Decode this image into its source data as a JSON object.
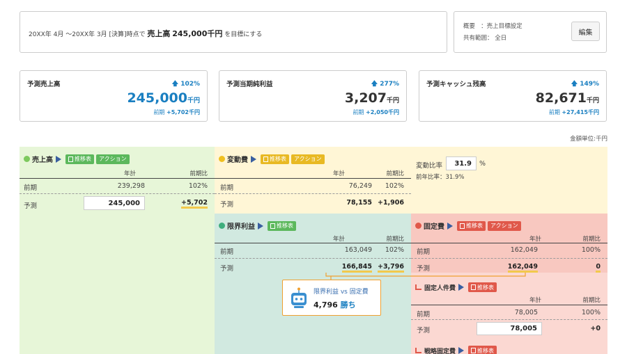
{
  "goal": {
    "text_prefix": "20XX年 4月 〜20XX年 3月 [決算]時点で",
    "item": "売上高",
    "amount": "245,000千円",
    "text_suffix": "を目標にする"
  },
  "summary": {
    "label1": "概要",
    "value1": "：売上目標設定",
    "label2": "共有範囲：",
    "value2": "全日",
    "edit_label": "編集"
  },
  "kpis": [
    {
      "title": "予測売上高",
      "pct": "102%",
      "value": "245,000",
      "unit": "千円",
      "prev_label": "前期",
      "prev_diff": "+5,702千円"
    },
    {
      "title": "予測当期純利益",
      "pct": "277%",
      "value": "3,207",
      "unit": "千円",
      "prev_label": "前期",
      "prev_diff": "+2,050千円"
    },
    {
      "title": "予測キャッシュ残高",
      "pct": "149%",
      "value": "82,671",
      "unit": "千円",
      "prev_label": "前期",
      "prev_diff": "+27,415千円"
    }
  ],
  "unit_note": "金額単位:千円",
  "labels": {
    "transition": "推移表",
    "action": "アクション",
    "col_year": "年計",
    "col_ratio": "前期比",
    "prev": "前期",
    "forecast": "予測"
  },
  "sales": {
    "title": "売上高",
    "prev_value": "239,298",
    "prev_ratio": "102%",
    "forecast_value": "245,000",
    "forecast_diff": "+5,702"
  },
  "variable": {
    "title": "変動費",
    "prev_value": "76,249",
    "prev_ratio": "102%",
    "forecast_value": "78,155",
    "forecast_diff": "+1,906"
  },
  "ratio": {
    "label": "変動比率",
    "value": "31.9",
    "unit": "%",
    "prev_text": "前年比率：31.9%"
  },
  "margin": {
    "title": "限界利益",
    "prev_value": "163,049",
    "prev_ratio": "102%",
    "forecast_value": "166,845",
    "forecast_diff": "+3,796"
  },
  "fixed": {
    "title": "固定費",
    "prev_value": "162,049",
    "prev_ratio": "100%",
    "forecast_value": "162,049",
    "forecast_diff": "0"
  },
  "personnel": {
    "title": "固定人件費",
    "prev_value": "78,005",
    "prev_ratio": "100%",
    "forecast_value": "78,005",
    "forecast_diff": "+0"
  },
  "strategic": {
    "title": "戦略固定費"
  },
  "tooltip": {
    "line1": "限界利益 vs 固定費",
    "amount": "4,796",
    "result": "勝ち"
  },
  "colors": {
    "accent_blue": "#1a7fc1",
    "sales_bg": "#e7f6d8",
    "variable_bg": "#fff6d6",
    "margin_bg": "#d1e9e0",
    "fixed_bg": "#f8c8c0",
    "tag_green": "#5cb85c",
    "tag_yellow": "#e8b923",
    "tag_red": "#e0584a",
    "highlight": "#f2c94c"
  },
  "icons": [
    "up-arrow-icon",
    "chevron-right-icon",
    "document-icon",
    "robot-icon"
  ]
}
